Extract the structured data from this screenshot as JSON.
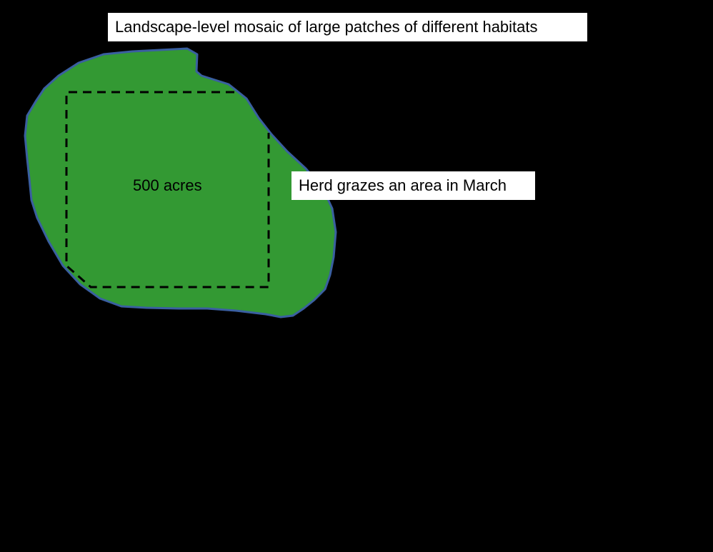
{
  "slide": {
    "title": "Landscape-level mosaic of large patches of different habitats",
    "month_label": "Herd grazes an area in March",
    "area_label": "500 acres"
  },
  "colors": {
    "background": "#000000",
    "habitat_patch_fill": "#339933",
    "habitat_patch_outline": "#3a5fa0",
    "grazing_area_border": "#000000",
    "label_background": "#ffffff"
  }
}
